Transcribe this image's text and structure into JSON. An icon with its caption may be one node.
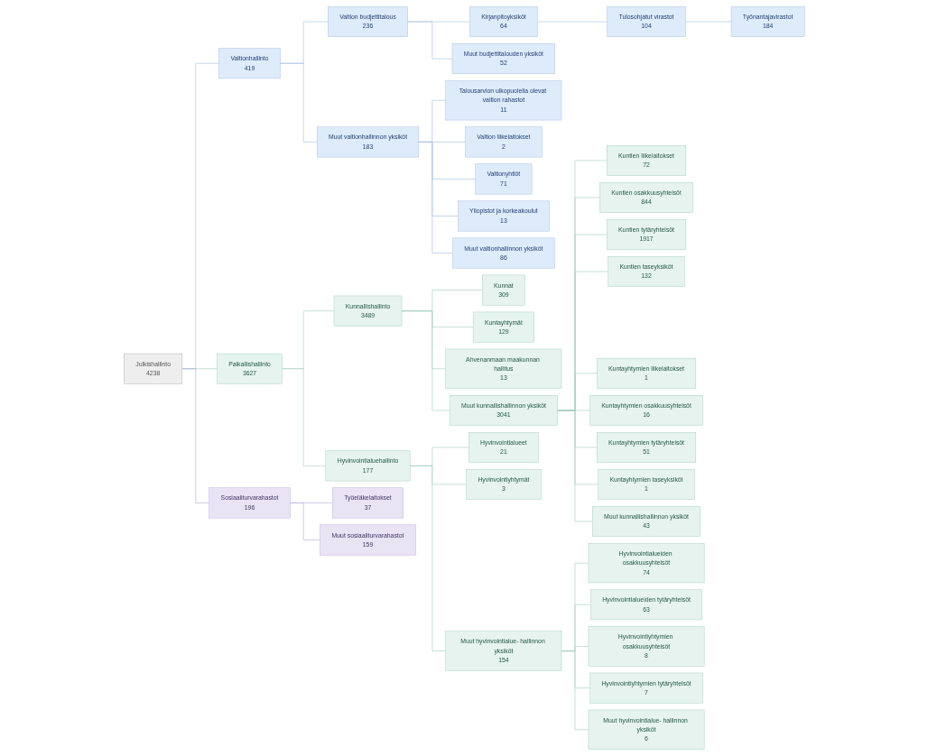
{
  "diagram": {
    "nodes": [
      {
        "text": [
          "Julkishallinto",
          "4238"
        ]
      },
      {
        "text": [
          "Valtionhallinto",
          "419"
        ]
      },
      {
        "text": [
          "Valtion budjettitalous",
          "236"
        ]
      },
      {
        "text": [
          "Kirjanpitoyksiköt",
          "64"
        ]
      },
      {
        "text": [
          "Tulosohjatut virastot",
          "104"
        ]
      },
      {
        "text": [
          "Työnantajavirastot",
          "184"
        ]
      },
      {
        "text": [
          "Muut budjettitalouden yksiköt",
          "52"
        ]
      },
      {
        "text": [
          "Muut valtionhallinnon yksiköt",
          "183"
        ]
      },
      {
        "text": [
          "Talousarvion ulkopuolella olevat valtion rahastot",
          "11"
        ]
      },
      {
        "text": [
          "Valtion liikelaitokset",
          "2"
        ]
      },
      {
        "text": [
          "Valtionyhtiöt",
          "71"
        ]
      },
      {
        "text": [
          "Yliopistot ja korkeakoulut",
          "13"
        ]
      },
      {
        "text": [
          "Muut valtionhallinnon yksiköt",
          "86"
        ]
      },
      {
        "text": [
          "Paikallishallinto",
          "3627"
        ]
      },
      {
        "text": [
          "Kunnallishallinto",
          "3489"
        ]
      },
      {
        "text": [
          "Kunnat",
          "309"
        ]
      },
      {
        "text": [
          "Kuntayhtymät",
          "129"
        ]
      },
      {
        "text": [
          "Ahvenanmaan maakunnan hallitus",
          "13"
        ]
      },
      {
        "text": [
          "Muut kunnallishallinnon yksiköt",
          "3041"
        ]
      },
      {
        "text": [
          "Kuntien liikelaitokset",
          "72"
        ]
      },
      {
        "text": [
          "Kuntien osakkuusyhteisöt",
          "844"
        ]
      },
      {
        "text": [
          "Kuntien tytäryhteisöt",
          "1917"
        ]
      },
      {
        "text": [
          "Kuntien taseyksiköt",
          "132"
        ]
      },
      {
        "text": [
          "Kuntayhtymien liikelaitokset",
          "1"
        ]
      },
      {
        "text": [
          "Kuntayhtymien osakkuusyhteisöt",
          "16"
        ]
      },
      {
        "text": [
          "Kuntayhtymien tytäryhteisöt",
          "51"
        ]
      },
      {
        "text": [
          "Kuntayhtymien taseyksiköt",
          "1"
        ]
      },
      {
        "text": [
          "Muut kunnallishallinnon yksiköt",
          "43"
        ]
      },
      {
        "text": [
          "Hyvinvointialuehallinto",
          "177"
        ]
      },
      {
        "text": [
          "Hyvinvointialueet",
          "21"
        ]
      },
      {
        "text": [
          "Hyvinvointiyhtymät",
          "3"
        ]
      },
      {
        "text": [
          "Muut hyvinvointialue- hallinnon yksiköt",
          "154"
        ]
      },
      {
        "text": [
          "Hyvinvointialueiden osakkuusyhteisöt",
          "74"
        ]
      },
      {
        "text": [
          "Hyvinvointialueiden tytäryhteisöt",
          "63"
        ]
      },
      {
        "text": [
          "Hyvinvointiyhtymien osakkuusyhteisöt",
          "8"
        ]
      },
      {
        "text": [
          "Hyvinvointiyhtymien tytäryhteisöt",
          "7"
        ]
      },
      {
        "text": [
          "Muut hyvinvointialue- hallinnon yksiköt",
          "6"
        ]
      },
      {
        "text": [
          "Sosiaaliturvarahastot",
          "196"
        ]
      },
      {
        "text": [
          "Työeläkelaitokset",
          "37"
        ]
      },
      {
        "text": [
          "Muut sosiaaliturvarahastot",
          "159"
        ]
      }
    ],
    "edges": [
      {
        "from": 0,
        "to": 1,
        "arrow": "none",
        "color": "#a9bfe0"
      },
      {
        "from": 1,
        "to": 2,
        "arrow": "none",
        "color": "#a9bfe0"
      },
      {
        "from": 2,
        "to": 3,
        "arrow": "none",
        "color": "#a9bfe0"
      },
      {
        "from": 3,
        "to": 4,
        "arrow": "none",
        "color": "#a9bfe0"
      },
      {
        "from": 4,
        "to": 5,
        "arrow": "none",
        "color": "#a9bfe0"
      },
      {
        "from": 2,
        "to": 6,
        "arrow": "none",
        "color": "#a9bfe0"
      },
      {
        "from": 1,
        "to": 7,
        "arrow": "none",
        "color": "#a9bfe0"
      },
      {
        "from": 7,
        "to": 8,
        "arrow": "none",
        "color": "#a9bfe0"
      },
      {
        "from": 7,
        "to": 9,
        "arrow": "none",
        "color": "#a9bfe0"
      },
      {
        "from": 7,
        "to": 10,
        "arrow": "none",
        "color": "#a9bfe0"
      },
      {
        "from": 7,
        "to": 11,
        "arrow": "none",
        "color": "#a9bfe0"
      },
      {
        "from": 7,
        "to": 12,
        "arrow": "none",
        "color": "#a9bfe0"
      },
      {
        "from": 0,
        "to": 13,
        "arrow": "none"
      },
      {
        "from": 13,
        "to": 14,
        "arrow": "none"
      },
      {
        "from": 14,
        "to": 15,
        "arrow": "none"
      },
      {
        "from": 14,
        "to": 16,
        "arrow": "none"
      },
      {
        "from": 14,
        "to": 17,
        "arrow": "none"
      },
      {
        "from": 14,
        "to": 18,
        "arrow": "none"
      },
      {
        "from": 18,
        "to": 19,
        "arrow": "none"
      },
      {
        "from": 18,
        "to": 20,
        "arrow": "none"
      },
      {
        "from": 18,
        "to": 21,
        "arrow": "none"
      },
      {
        "from": 18,
        "to": 22,
        "arrow": "none"
      },
      {
        "from": 18,
        "to": 23,
        "arrow": "none"
      },
      {
        "from": 18,
        "to": 24,
        "arrow": "none"
      },
      {
        "from": 18,
        "to": 25,
        "arrow": "none"
      },
      {
        "from": 18,
        "to": 26,
        "arrow": "none"
      },
      {
        "from": 18,
        "to": 27,
        "arrow": "none"
      },
      {
        "from": 13,
        "to": 28,
        "arrow": "none"
      },
      {
        "from": 28,
        "to": 29,
        "arrow": "none"
      },
      {
        "from": 28,
        "to": 30,
        "arrow": "none"
      },
      {
        "from": 28,
        "to": 31,
        "arrow": "none"
      },
      {
        "from": 31,
        "to": 32,
        "arrow": "none"
      },
      {
        "from": 31,
        "to": 33,
        "arrow": "none"
      },
      {
        "from": 31,
        "to": 34,
        "arrow": "none"
      },
      {
        "from": 31,
        "to": 35,
        "arrow": "none"
      },
      {
        "from": 31,
        "to": 36,
        "arrow": "none"
      },
      {
        "from": 0,
        "to": 37,
        "arrow": "none",
        "color": "#b9aed6"
      },
      {
        "from": 37,
        "to": 38,
        "arrow": "none",
        "color": "#b9aed6"
      },
      {
        "from": 37,
        "to": 39,
        "arrow": "none",
        "color": "#b9aed6"
      }
    ]
  }
}
